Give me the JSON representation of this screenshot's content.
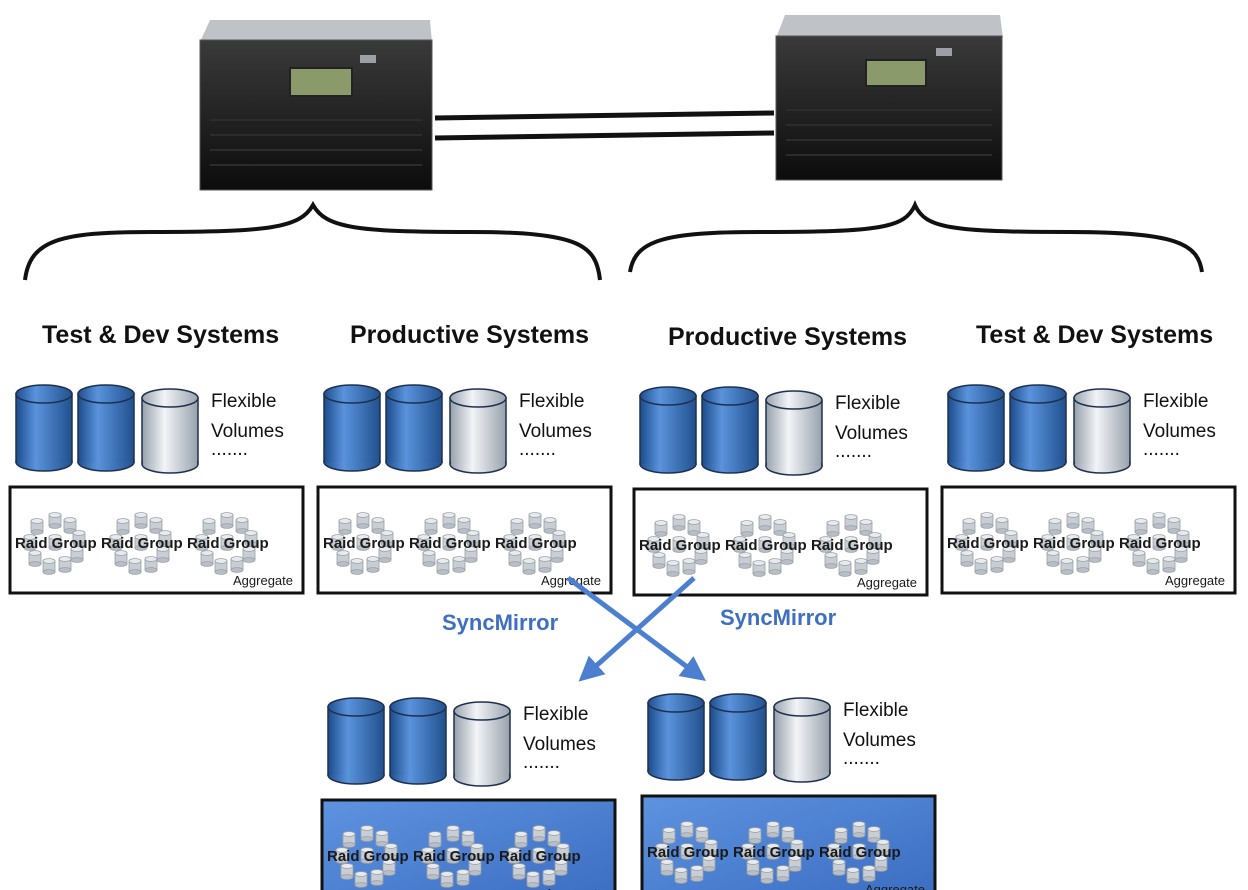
{
  "groups": [
    {
      "title": "Test & Dev Systems",
      "volumes_line1": "Flexible",
      "volumes_line2": "Volumes",
      "dots": ".......",
      "raid_groups": [
        "Raid Group",
        "Raid Group",
        "Raid Group"
      ],
      "aggregate": "Aggregate"
    },
    {
      "title": "Productive Systems",
      "volumes_line1": "Flexible",
      "volumes_line2": "Volumes",
      "dots": ".......",
      "raid_groups": [
        "Raid Group",
        "Raid Group",
        "Raid Group"
      ],
      "aggregate": "Aggregate"
    },
    {
      "title": "Productive Systems",
      "volumes_line1": "Flexible",
      "volumes_line2": "Volumes",
      "dots": ".......",
      "raid_groups": [
        "Raid Group",
        "Raid Group",
        "Raid Group"
      ],
      "aggregate": "Aggregate"
    },
    {
      "title": "Test & Dev Systems",
      "volumes_line1": "Flexible",
      "volumes_line2": "Volumes",
      "dots": ".......",
      "raid_groups": [
        "Raid Group",
        "Raid Group",
        "Raid Group"
      ],
      "aggregate": "Aggregate"
    }
  ],
  "mirrors": [
    {
      "volumes_line1": "Flexible",
      "volumes_line2": "Volumes",
      "dots": ".......",
      "raid_groups": [
        "Raid Group",
        "Raid Group",
        "Raid Group"
      ],
      "aggregate": "Aggregate"
    },
    {
      "volumes_line1": "Flexible",
      "volumes_line2": "Volumes",
      "dots": ".......",
      "raid_groups": [
        "Raid Group",
        "Raid Group",
        "Raid Group"
      ],
      "aggregate": "Aggregate"
    }
  ],
  "sync_labels": [
    "SyncMirror",
    "SyncMirror"
  ],
  "colors": {
    "volume_blue": "#3f78c4",
    "volume_blue_dark": "#1f4f8f",
    "volume_gray": "#d7dce3",
    "mirror_fill": "#4b7fd0",
    "arrow": "#4c7fd0",
    "server_dark": "#1b1b1b"
  },
  "icons": {
    "server": "storage-server-icon",
    "disk": "disk-cylinder-icon"
  }
}
